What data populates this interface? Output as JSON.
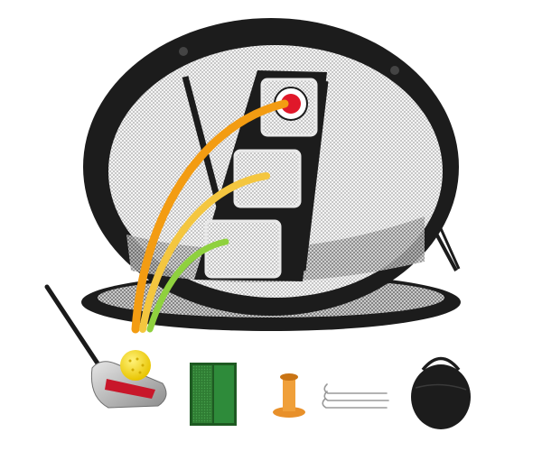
{
  "scene": {
    "subject": "golf-chipping-net-product-photo",
    "components": [
      {
        "name": "chipping-net",
        "icon": "net-icon"
      },
      {
        "name": "golf-club",
        "icon": "golf-club-icon"
      },
      {
        "name": "golf-ball",
        "icon": "golf-ball-icon"
      },
      {
        "name": "hitting-mat",
        "icon": "mat-icon"
      },
      {
        "name": "golf-tee",
        "icon": "tee-icon"
      },
      {
        "name": "ground-stakes",
        "icon": "stake-icon"
      },
      {
        "name": "carry-bag",
        "icon": "bag-icon"
      }
    ],
    "colors": {
      "background": "#ffffff",
      "net_frame": "#1c1c1c",
      "mesh": "#cfcfcf",
      "target_red": "#e0182a",
      "arc_orange": "#f39c12",
      "arc_yellow": "#f4d03f",
      "arc_green": "#7ccd3a",
      "mat_green": "#2e7d32",
      "tee_orange": "#e8902a"
    }
  }
}
